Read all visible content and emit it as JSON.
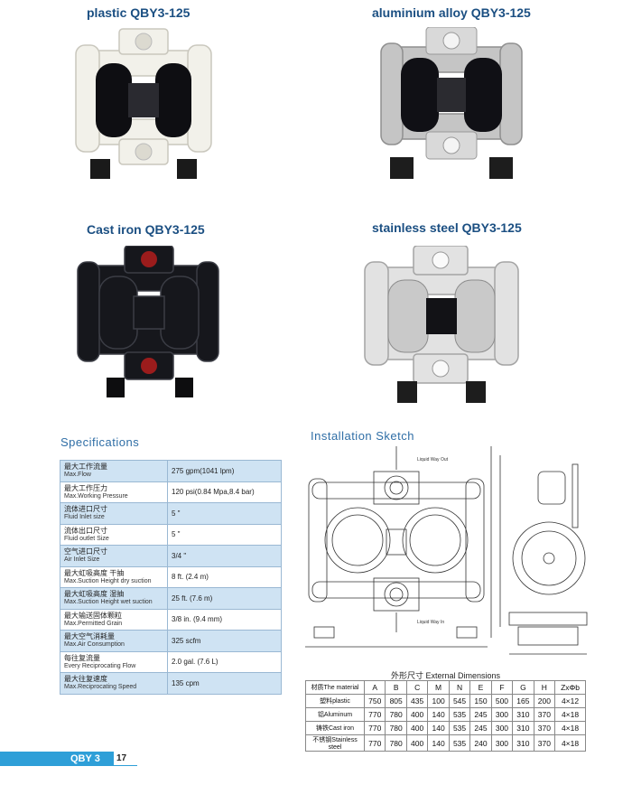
{
  "products": [
    {
      "title": "plastic  QBY3-125",
      "material": "plastic"
    },
    {
      "title": "aluminium alloy QBY3-125",
      "material": "aluminium"
    },
    {
      "title": "Cast iron QBY3-125",
      "material": "cast-iron"
    },
    {
      "title": "stainless steel QBY3-125",
      "material": "stainless"
    }
  ],
  "specifications": {
    "title": "Specifications",
    "rows": [
      {
        "cn": "最大工作流量",
        "en": "Max.Flow",
        "value": "275 gpm(1041 lpm)"
      },
      {
        "cn": "最大工作压力",
        "en": "Max.Working Pressure",
        "value": "120 psi(0.84 Mpa,8.4 bar)"
      },
      {
        "cn": "流体进口尺寸",
        "en": "Fluid Inlet size",
        "value": "5 \""
      },
      {
        "cn": "流体出口尺寸",
        "en": "Fluid outlet Size",
        "value": "5 \""
      },
      {
        "cn": "空气进口尺寸",
        "en": "Air Inlet Size",
        "value": "3/4 \""
      },
      {
        "cn": "最大虹吸高度  干抽",
        "en": "Max.Suction Height  dry suction",
        "value": "8 ft. (2.4 m)"
      },
      {
        "cn": "最大虹吸高度  湿抽",
        "en": "Max.Suction Height  wet suction",
        "value": "25 ft. (7.6 m)"
      },
      {
        "cn": "最大输送固体颗粒",
        "en": "Max.Permitted Grain",
        "value": "3/8 in. (9.4 mm)"
      },
      {
        "cn": "最大空气消耗量",
        "en": "Max.Air Consumption",
        "value": "325 scfm"
      },
      {
        "cn": "每往复流量",
        "en": "Every Reciprocating Flow",
        "value": "2.0 gal. (7.6 L)"
      },
      {
        "cn": "最大往复速度",
        "en": "Max.Reciprocating Speed",
        "value": "135 cpm"
      }
    ]
  },
  "installation": {
    "title": "Installation  Sketch",
    "labels": {
      "outlet": "Liquid Way Out",
      "inlet": "Liquid Way In"
    }
  },
  "dimensions": {
    "caption": "外形尺寸 External Dimensions",
    "header": [
      "材质The material",
      "A",
      "B",
      "C",
      "M",
      "N",
      "E",
      "F",
      "G",
      "H",
      "ZxΦb"
    ],
    "rows": [
      [
        "塑料plastic",
        "750",
        "805",
        "435",
        "100",
        "545",
        "150",
        "500",
        "165",
        "200",
        "4×12"
      ],
      [
        "铝Aluminum",
        "770",
        "780",
        "400",
        "140",
        "535",
        "245",
        "300",
        "310",
        "370",
        "4×18"
      ],
      [
        "铸铁Cast iron",
        "770",
        "780",
        "400",
        "140",
        "535",
        "245",
        "300",
        "310",
        "370",
        "4×18"
      ],
      [
        "不锈钢Stainless steel",
        "770",
        "780",
        "400",
        "140",
        "535",
        "240",
        "300",
        "310",
        "370",
        "4×18"
      ]
    ]
  },
  "footer": {
    "model": "QBY 3",
    "page": "17"
  },
  "colors": {
    "accent": "#2e9fd8",
    "title": "#1b4f82",
    "table_highlight": "#cfe3f3"
  }
}
